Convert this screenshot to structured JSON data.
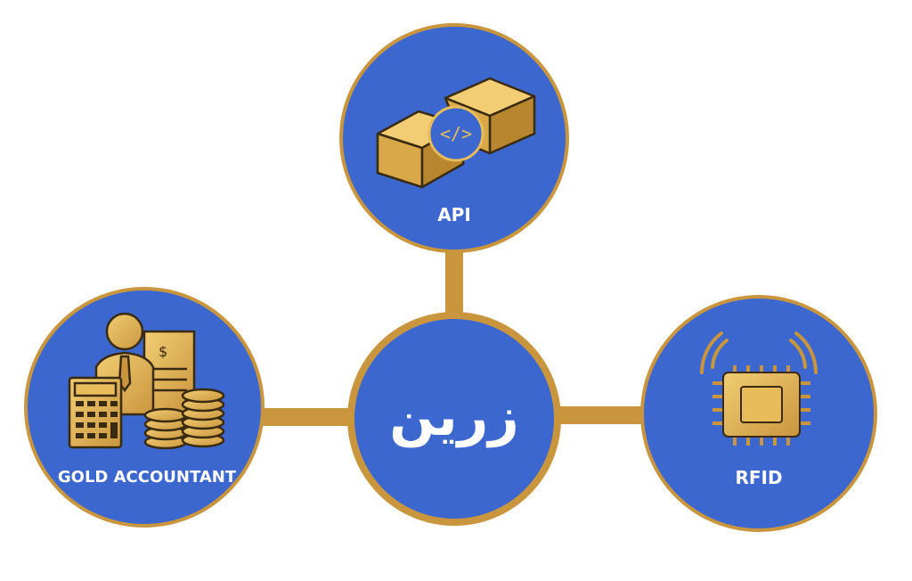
{
  "colors": {
    "blue": "#3B67CF",
    "gold": "#C9963E",
    "gold_light": "#E8BC5A",
    "gold_dark": "#9A6E22"
  },
  "center": {
    "logo_text": "زرین",
    "icon": "brand-logo"
  },
  "nodes": {
    "api": {
      "label": "API",
      "icon": "gold-bars-code-icon"
    },
    "accountant": {
      "label": "GOLD ACCOUNTANT",
      "icon": "accountant-icon"
    },
    "rfid": {
      "label": "RFID",
      "icon": "rfid-chip-icon"
    }
  }
}
